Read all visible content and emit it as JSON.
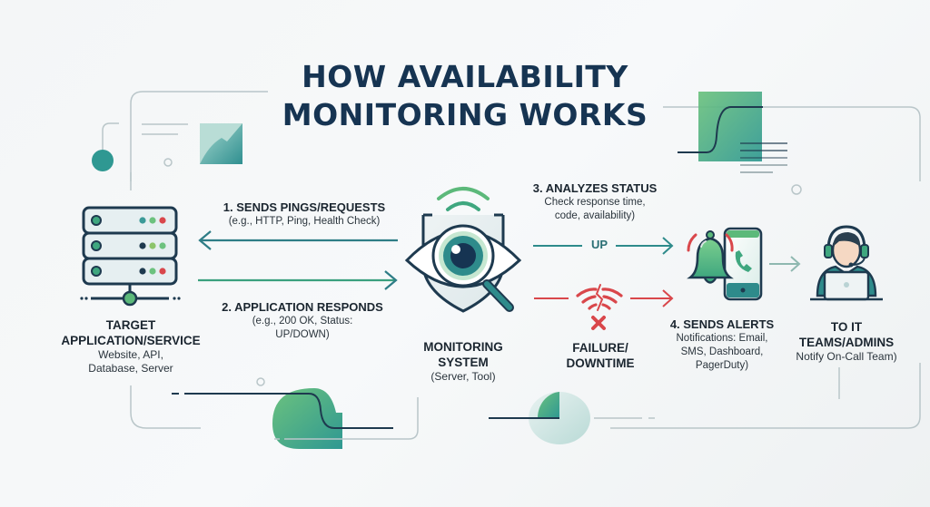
{
  "title": {
    "line1": "HOW AVAILABILITY",
    "line2": "MONITORING WORKS"
  },
  "nodes": {
    "target": {
      "title_line1": "TARGET",
      "title_line2": "APPLICATION/SERVICE",
      "sub_line1": "Website, API,",
      "sub_line2": "Database, Server",
      "icon": "server-rack-icon"
    },
    "monitor": {
      "title_line1": "MONITORING",
      "title_line2": "SYSTEM",
      "sub": "(Server, Tool)",
      "icon": "eye-shield-magnifier-icon"
    },
    "alerts": {
      "title": "4. SENDS ALERTS",
      "sub_line1": "Notifications: Email,",
      "sub_line2": "SMS, Dashboard,",
      "sub_line3": "PagerDuty)",
      "icon": "bell-phone-icon"
    },
    "teams": {
      "title_line1": "TO IT",
      "title_line2": "TEAMS/ADMINS",
      "sub": "Notify On-Call Team)",
      "icon": "support-agent-icon"
    }
  },
  "steps": {
    "step1": {
      "title": "1. SENDS PINGS/REQUESTS",
      "sub": "(e.g., HTTP, Ping, Health Check)"
    },
    "step2": {
      "title": "2. APPLICATION RESPONDS",
      "sub_line1": "(e.g., 200 OK, Status:",
      "sub_line2": "UP/DOWN)"
    },
    "step3": {
      "title": "3. ANALYZES STATUS",
      "sub_line1": "Check response time,",
      "sub_line2": "code, availability)"
    }
  },
  "paths": {
    "up_label": "UP",
    "failure_line1": "FAILURE/",
    "failure_line2": "DOWNTIME",
    "failure_icon": "broken-wifi-icon"
  },
  "colors": {
    "title": "#163452",
    "teal": "#2e8b8b",
    "green": "#5cb97a",
    "red": "#d9474b",
    "navy": "#1e3a4f",
    "frame": "#b9c6c9"
  }
}
